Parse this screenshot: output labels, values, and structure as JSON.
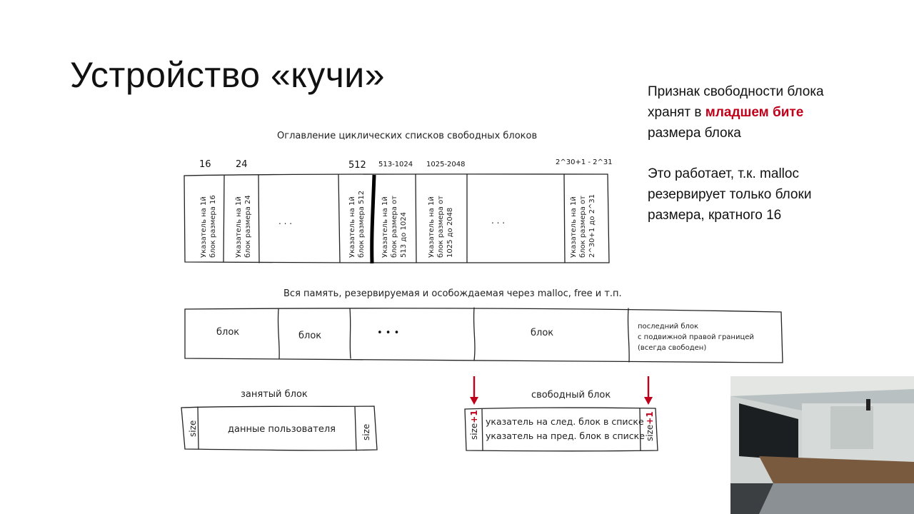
{
  "slide": {
    "title": "Устройство «кучи»",
    "note1": {
      "line1": "Признак свободности блока",
      "line2_pre": "хранят в ",
      "line2_highlight": "младшем бите",
      "line3": "размера блока"
    },
    "note2": {
      "line1": "Это работает, т.к. malloc",
      "line2": "резервирует только блоки",
      "line3": "размера, кратного 16"
    },
    "colors": {
      "highlight": "#c0001a",
      "ink": "#111111"
    }
  },
  "index_table": {
    "caption": "Оглавление циклических списков свободных блоков",
    "headers": [
      "16",
      "24",
      "512",
      "513-1024",
      "1025-2048",
      "2^30+1 - 2^31"
    ],
    "cells": [
      {
        "line1": "Указатель на 1й",
        "line2": "блок размера 16",
        "line3": ""
      },
      {
        "line1": "Указатель на 1й",
        "line2": "блок размера 24",
        "line3": ""
      },
      {
        "line1": "Указатель на 1й",
        "line2": "блок размера 512",
        "line3": ""
      },
      {
        "line1": "Указатель на 1й",
        "line2": "блок размера от",
        "line3": "513 до 1024"
      },
      {
        "line1": "Указатель на 1й",
        "line2": "блок размера от",
        "line3": "1025 до 2048"
      },
      {
        "line1": "Указатель на 1й",
        "line2": "блок размера от",
        "line3": "2^30+1 до 2^31"
      }
    ],
    "ellipsis": ". . ."
  },
  "memory": {
    "caption": "Вся память, резервируемая и особождаемая через malloc, free и т.п.",
    "block_label": "блок",
    "dots": "•   •   •",
    "last_block": {
      "line1": "последний блок",
      "line2": "с подвижной правой границей",
      "line3": "(всегда свободен)"
    }
  },
  "busy_block": {
    "caption": "занятый блок",
    "size_label": "size",
    "data_label": "данные пользователя"
  },
  "free_block": {
    "caption": "свободный блок",
    "size_label": "size",
    "plus_one": "+1",
    "next_ptr": "указатель на след. блок в списке",
    "prev_ptr": "указатель на пред. блок в списке"
  },
  "icons": {
    "arrow": "down-arrow-icon",
    "webcam": "webcam-feed"
  }
}
